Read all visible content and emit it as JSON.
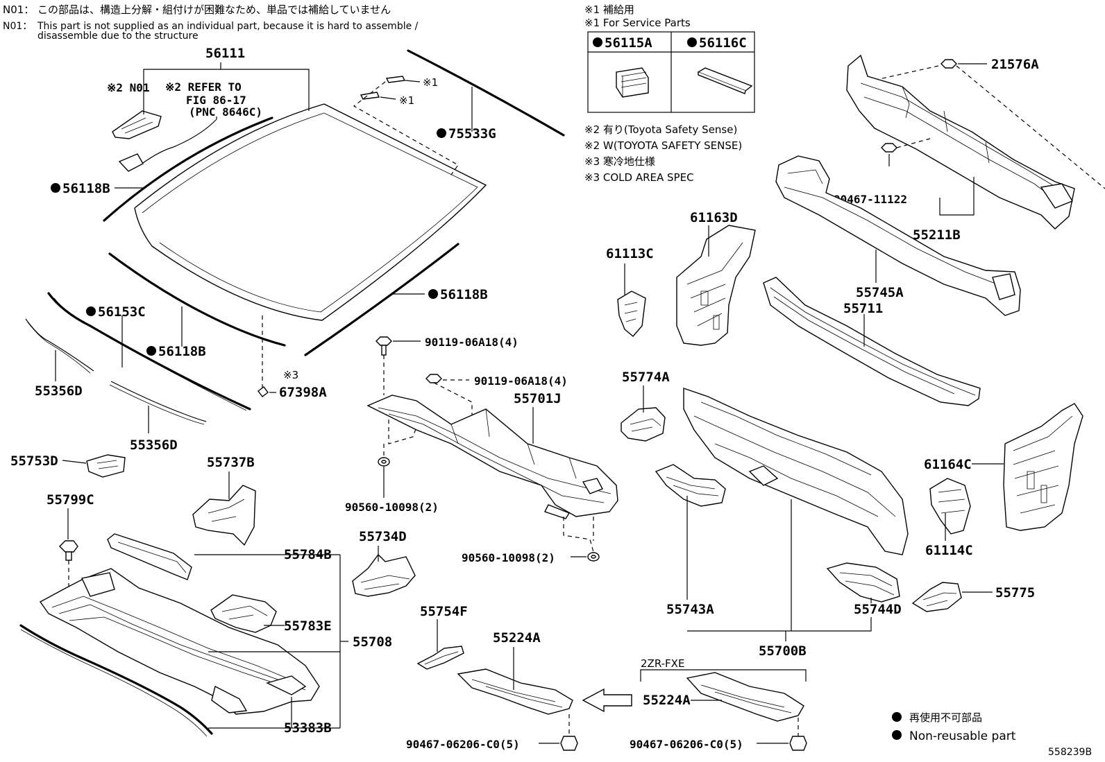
{
  "notes": {
    "n01_tag": "N01：",
    "n01_jp": "この部品は、構造上分解・組付けが困難なため、単品では補給していません",
    "n01_tag_en": "N01：",
    "n01_en_line1": "This part is not supplied as an individual part, because it is hard to assemble /",
    "n01_en_line2": "disassemble due to the structure"
  },
  "legend": {
    "note1_jp": "※1 補給用",
    "note1_en": "※1 For Service Parts",
    "service_parts": [
      "56115A",
      "56116C"
    ],
    "note2_jp": "※2 有り(Toyota Safety Sense)",
    "note2_en": "※2 W(TOYOTA SAFETY SENSE)",
    "note3_jp": "※3 寒冷地仕様",
    "note3_en": "※3 COLD AREA SPEC",
    "nonreusable_jp": "再使用不可部品",
    "nonreusable_en": "Non-reusable part",
    "figure_id": "558239B",
    "bullet": "●"
  },
  "labels": {
    "p56111": "56111",
    "p_n01": "※2 N01",
    "refer1": "※2 REFER TO",
    "refer2": "FIG 86-17",
    "refer3": "(PNC 8646C)",
    "mark1a": "※1",
    "mark1b": "※1",
    "p75533G": "75533G",
    "p56118B_a": "56118B",
    "p56118B_b": "56118B",
    "p56118B_c": "56118B",
    "p56153C": "56153C",
    "p55356D_a": "55356D",
    "p55356D_b": "55356D",
    "mark3": "※3",
    "p67398A": "67398A",
    "p90119_a": "90119-06A18(4)",
    "p90119_b": "90119-06A18(4)",
    "p55701J": "55701J",
    "p90560_a": "90560-10098(2)",
    "p90560_b": "90560-10098(2)",
    "p55753D": "55753D",
    "p55737B": "55737B",
    "p55799C": "55799C",
    "p55784B": "55784B",
    "p55783E": "55783E",
    "p55708": "55708",
    "p53383B": "53383B",
    "p55734D": "55734D",
    "p55754F": "55754F",
    "p55224A_a": "55224A",
    "p55224A_b": "55224A",
    "p2zr": "2ZR-FXE",
    "p90467_a": "90467-06206-C0(5)",
    "p90467_b": "90467-06206-C0(5)",
    "p21576A": "21576A",
    "p90467_11122": "90467-11122",
    "p55211B": "55211B",
    "p61163D": "61163D",
    "p61113C": "61113C",
    "p55745A": "55745A",
    "p55711": "55711",
    "p55774A": "55774A",
    "p61164C": "61164C",
    "p61114C": "61114C",
    "p55775": "55775",
    "p55743A": "55743A",
    "p55744D": "55744D",
    "p55700B": "55700B"
  }
}
